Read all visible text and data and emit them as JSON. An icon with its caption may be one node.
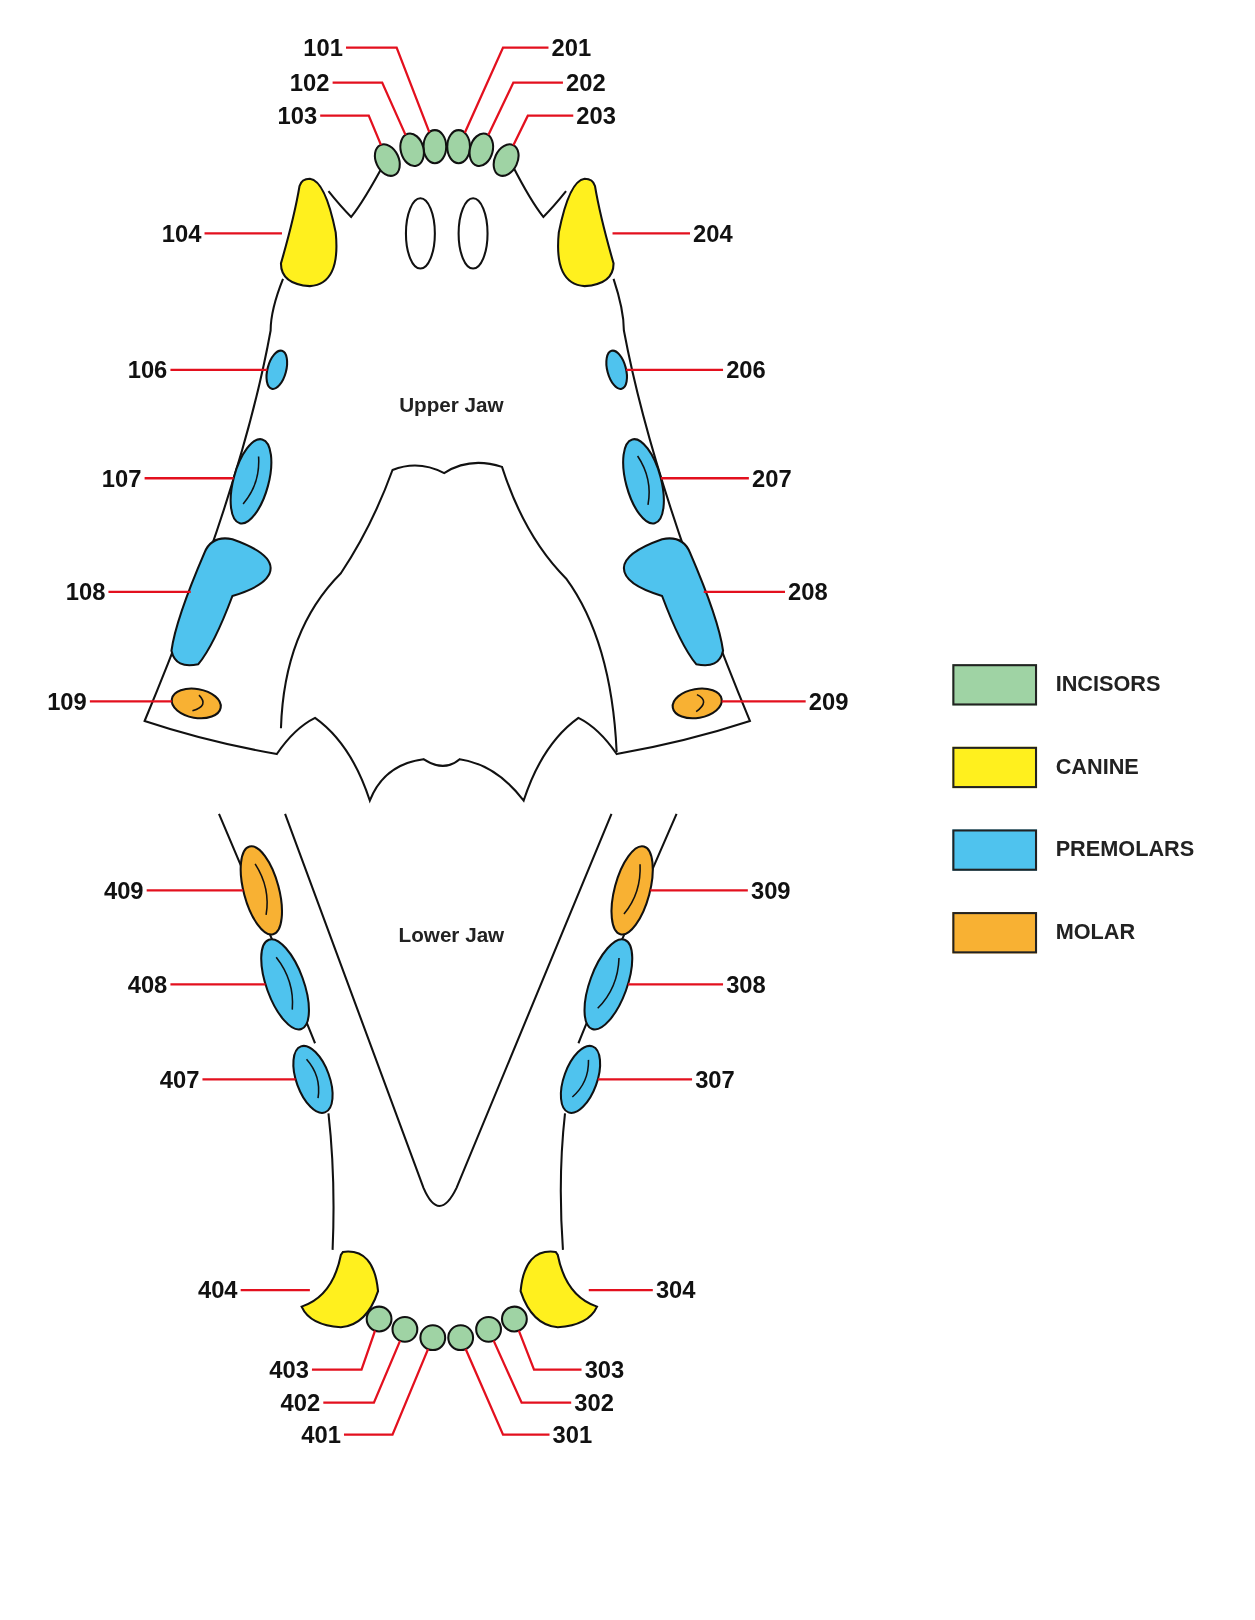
{
  "diagram": {
    "nodes": [
      {
        "text": [
          "101"
        ]
      },
      {
        "text": [],
        "shape": "circle"
      },
      {
        "text": [
          "102"
        ]
      },
      {
        "text": [],
        "shape": "circle"
      },
      {
        "text": [
          "103"
        ]
      },
      {
        "text": [],
        "shape": "circle"
      },
      {
        "text": [
          "201"
        ]
      },
      {
        "text": [],
        "shape": "circle"
      },
      {
        "text": [
          "202"
        ]
      },
      {
        "text": [],
        "shape": "circle"
      },
      {
        "text": [
          "203"
        ]
      },
      {
        "text": [],
        "shape": "circle"
      },
      {
        "text": [
          "104"
        ]
      },
      {
        "text": [],
        "shape": "picture"
      },
      {
        "text": [
          "204"
        ]
      },
      {
        "text": [],
        "shape": "picture"
      },
      {
        "text": [
          "106"
        ]
      },
      {
        "text": [],
        "shape": "circle"
      },
      {
        "text": [
          "206"
        ]
      },
      {
        "text": [],
        "shape": "circle"
      },
      {
        "text": [
          "107"
        ]
      },
      {
        "text": [],
        "shape": "picture"
      },
      {
        "text": [
          "207"
        ]
      },
      {
        "text": [],
        "shape": "picture"
      },
      {
        "text": [
          "108"
        ]
      },
      {
        "text": [],
        "shape": "picture"
      },
      {
        "text": [
          "208"
        ]
      },
      {
        "text": [],
        "shape": "picture"
      },
      {
        "text": [
          "109"
        ]
      },
      {
        "text": [],
        "shape": "picture"
      },
      {
        "text": [
          "209"
        ]
      },
      {
        "text": [],
        "shape": "picture"
      },
      {
        "text": [
          "409"
        ]
      },
      {
        "text": [],
        "shape": "picture"
      },
      {
        "text": [
          "309"
        ]
      },
      {
        "text": [],
        "shape": "picture"
      },
      {
        "text": [
          "408"
        ]
      },
      {
        "text": [],
        "shape": "picture"
      },
      {
        "text": [
          "308"
        ]
      },
      {
        "text": [],
        "shape": "picture"
      },
      {
        "text": [
          "407"
        ]
      },
      {
        "text": [],
        "shape": "picture"
      },
      {
        "text": [
          "307"
        ]
      },
      {
        "text": [],
        "shape": "picture"
      },
      {
        "text": [
          "404"
        ]
      },
      {
        "text": [],
        "shape": "picture"
      },
      {
        "text": [
          "304"
        ]
      },
      {
        "text": [],
        "shape": "picture"
      },
      {
        "text": [
          "403"
        ]
      },
      {
        "text": [],
        "shape": "circle"
      },
      {
        "text": [
          "303"
        ]
      },
      {
        "text": [],
        "shape": "circle"
      },
      {
        "text": [
          "402"
        ]
      },
      {
        "text": [],
        "shape": "circle"
      },
      {
        "text": [
          "302"
        ]
      },
      {
        "text": [],
        "shape": "circle"
      },
      {
        "text": [
          "401"
        ]
      },
      {
        "text": [],
        "shape": "circle"
      },
      {
        "text": [
          "301"
        ]
      },
      {
        "text": [],
        "shape": "circle"
      }
    ],
    "edges": [
      {
        "from": 0,
        "to": 1,
        "arrow": "none"
      },
      {
        "from": 2,
        "to": 3,
        "arrow": "none"
      },
      {
        "from": 4,
        "to": 5,
        "arrow": "none"
      },
      {
        "from": 6,
        "to": 7,
        "arrow": "none"
      },
      {
        "from": 8,
        "to": 9,
        "arrow": "none"
      },
      {
        "from": 10,
        "to": 11,
        "arrow": "none"
      },
      {
        "from": 12,
        "to": 13,
        "arrow": "none"
      },
      {
        "from": 14,
        "to": 15,
        "arrow": "none"
      },
      {
        "from": 16,
        "to": 17,
        "arrow": "none"
      },
      {
        "from": 18,
        "to": 19,
        "arrow": "none"
      },
      {
        "from": 20,
        "to": 21,
        "arrow": "none"
      },
      {
        "from": 22,
        "to": 23,
        "arrow": "none"
      },
      {
        "from": 24,
        "to": 25,
        "arrow": "none"
      },
      {
        "from": 26,
        "to": 27,
        "arrow": "none"
      },
      {
        "from": 28,
        "to": 29,
        "arrow": "none"
      },
      {
        "from": 30,
        "to": 31,
        "arrow": "none"
      },
      {
        "from": 32,
        "to": 33,
        "arrow": "none"
      },
      {
        "from": 34,
        "to": 35,
        "arrow": "none"
      },
      {
        "from": 36,
        "to": 37,
        "arrow": "none"
      },
      {
        "from": 38,
        "to": 39,
        "arrow": "none"
      },
      {
        "from": 40,
        "to": 41,
        "arrow": "none"
      },
      {
        "from": 42,
        "to": 43,
        "arrow": "none"
      },
      {
        "from": 44,
        "to": 45,
        "arrow": "none"
      },
      {
        "from": 46,
        "to": 47,
        "arrow": "none"
      },
      {
        "from": 48,
        "to": 49,
        "arrow": "none"
      },
      {
        "from": 50,
        "to": 51,
        "arrow": "none"
      },
      {
        "from": 52,
        "to": 53,
        "arrow": "none"
      },
      {
        "from": 54,
        "to": 55,
        "arrow": "none"
      },
      {
        "from": 56,
        "to": 57,
        "arrow": "none"
      },
      {
        "from": 58,
        "to": 59,
        "arrow": "none"
      }
    ],
    "labels": [
      "Upper Jaw",
      "Lower Jaw"
    ],
    "legend": [
      {
        "text": "INCISORS",
        "color": "#9fd3a4"
      },
      {
        "text": "CANINE",
        "color": "#fff01e"
      },
      {
        "text": "PREMOLARS",
        "color": "#4fc3ee"
      },
      {
        "text": "MOLAR",
        "color": "#f8b133"
      }
    ]
  }
}
